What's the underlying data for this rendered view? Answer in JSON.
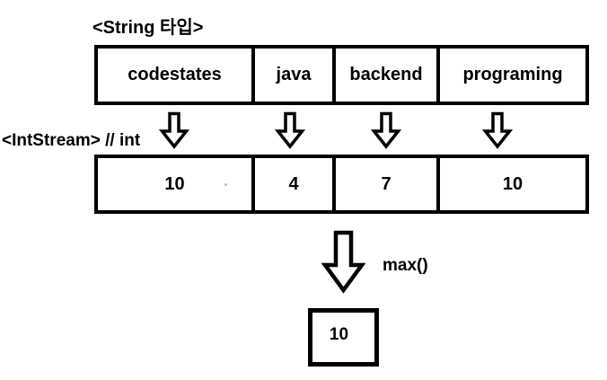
{
  "labels": {
    "string_type": "<String 타입>",
    "int_stream": "<IntStream> // int",
    "max_fn": "max()"
  },
  "string_table": {
    "cells": [
      "codestates",
      "java",
      "backend",
      "programing"
    ]
  },
  "int_table": {
    "cells": [
      "10",
      "4",
      "7",
      "10"
    ]
  },
  "result": {
    "value": "10"
  },
  "colors": {
    "background": "#ffffff",
    "line": "#000000",
    "text": "#000000",
    "artifact_dot": "#9fc3ef"
  }
}
